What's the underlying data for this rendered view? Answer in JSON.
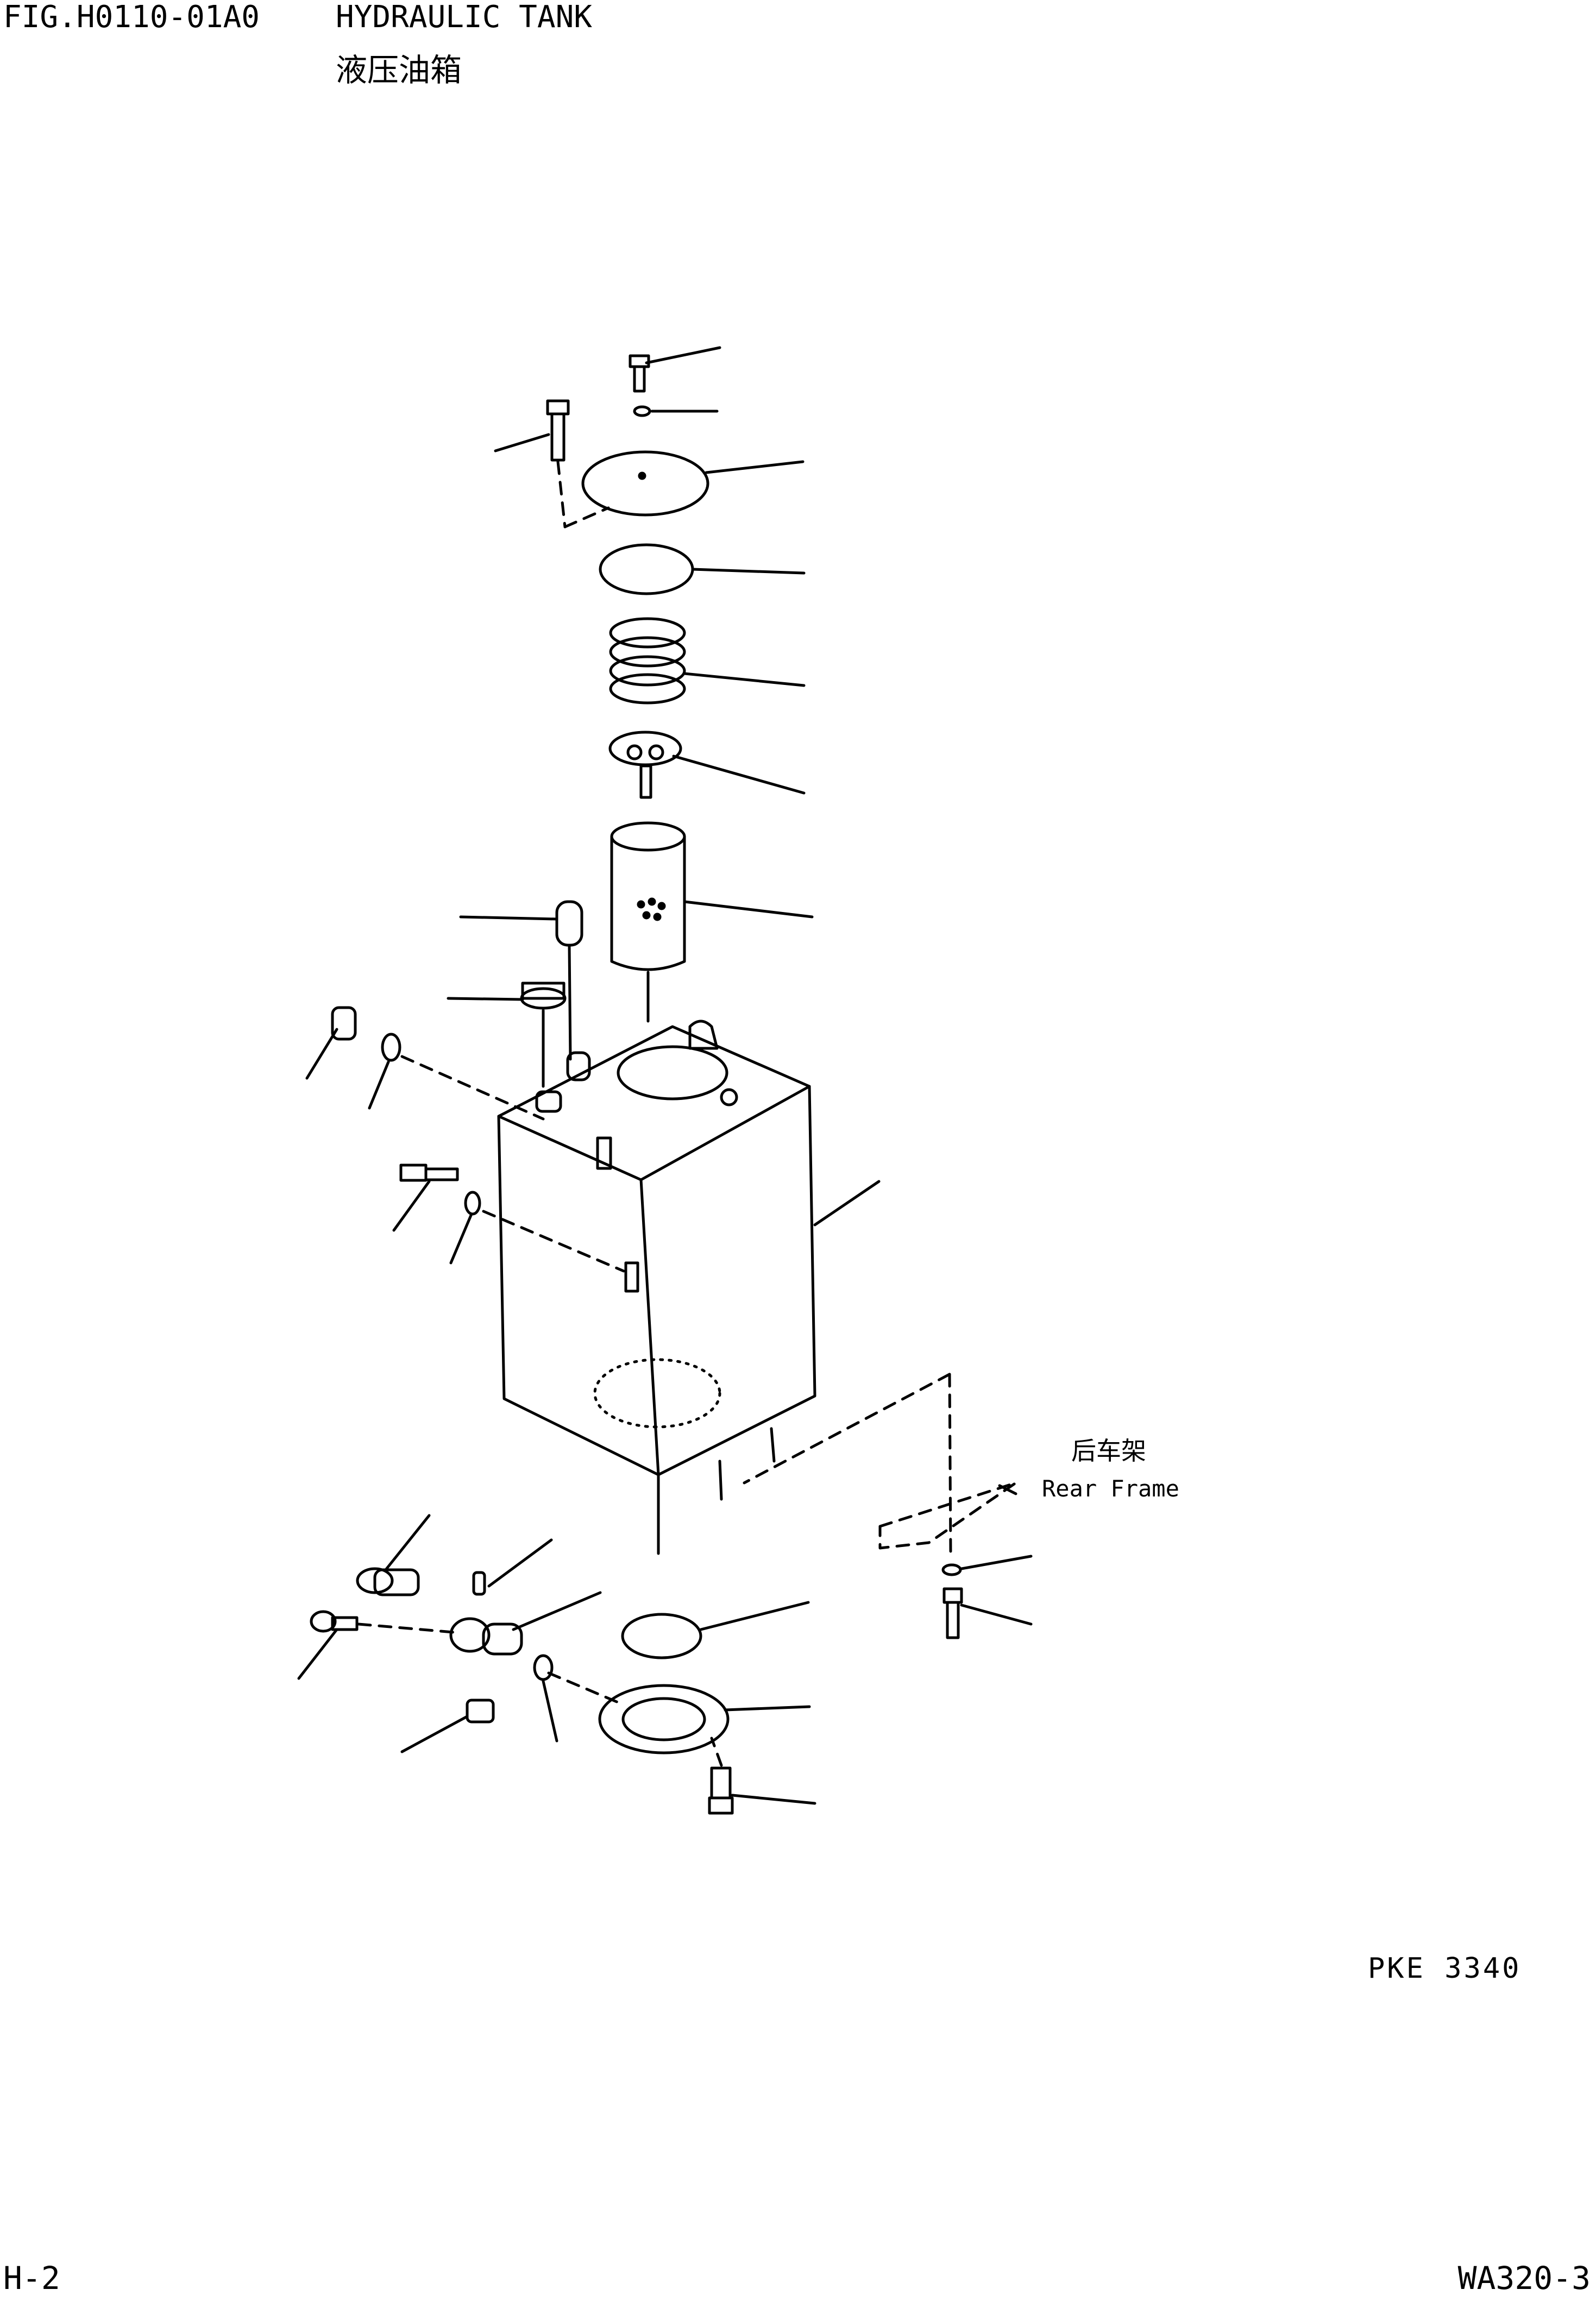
{
  "header": {
    "fig_number": "FIG.H0110-01A0",
    "title": "HYDRAULIC TANK",
    "title_cn": "液压油箱"
  },
  "labels": {
    "rear_frame_cn": "后车架",
    "rear_frame_en": "Rear Frame"
  },
  "drawing_id": "PKE 3340",
  "footer": {
    "page": "H-2",
    "model": "WA320-3"
  }
}
